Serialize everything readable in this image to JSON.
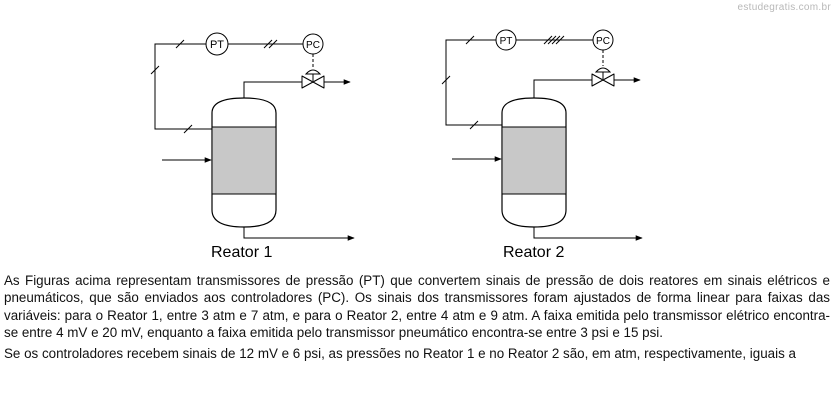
{
  "watermark": "estudegratis.com.br",
  "diagram": {
    "transmitter_label": "PT",
    "controller_label": "PC",
    "reactor_1_label": "Reator 1",
    "reactor_2_label": "Reator 2"
  },
  "question": {
    "paragraph_1": "As Figuras acima representam transmissores de pressão (PT) que convertem sinais de pressão de dois reatores em sinais elétricos e pneumáticos, que são enviados aos controladores (PC). Os sinais dos transmissores foram ajustados de forma linear para faixas das variáveis: para o Reator 1, entre 3 atm e 7 atm, e para o Reator 2, entre 4 atm e 9 atm. A faixa emitida pelo transmissor elétrico encontra-se entre 4 mV e 20 mV, enquanto a faixa emitida pelo transmissor pneumático encontra-se entre 3 psi e 15 psi.",
    "paragraph_2": "Se os controladores recebem sinais de 12 mV e 6 psi, as pressões no Reator 1 e no Reator 2 são, em atm, respectivamente, iguais a"
  }
}
